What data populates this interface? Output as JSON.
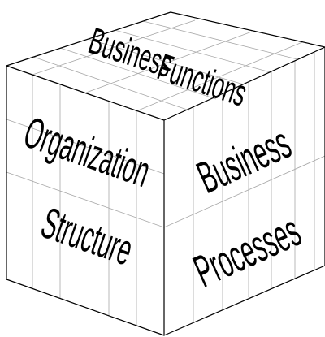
{
  "cube": {
    "top_face": {
      "line1": "Business",
      "line2": "Functions"
    },
    "left_face": {
      "line1": "Organization",
      "line2": "Structure"
    },
    "right_face": {
      "line1": "Business",
      "line2": "Processes"
    }
  },
  "colors": {
    "edge": "#000000",
    "grid": "#a8a8a8",
    "face": "#ffffff",
    "text": "#000000"
  }
}
